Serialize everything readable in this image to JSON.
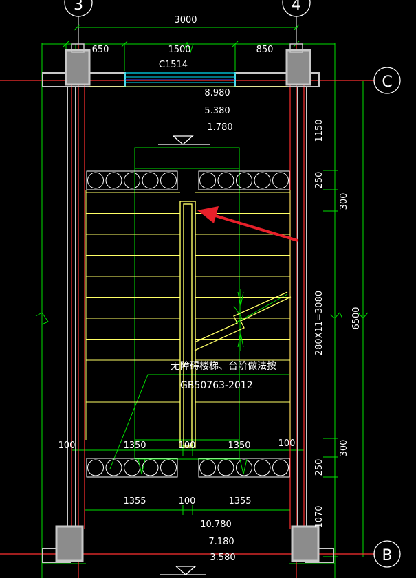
{
  "axes": {
    "col_3": "3",
    "col_4": "4",
    "row_C": "C",
    "row_B": "B"
  },
  "dims_top": {
    "overall": "3000",
    "left": "650",
    "middle": "1500",
    "right": "850"
  },
  "window": {
    "tag": "C1514"
  },
  "levels_top": [
    "8.980",
    "5.380",
    "1.780"
  ],
  "levels_bottom": [
    "10.780",
    "7.180",
    "3.580"
  ],
  "dims_right": {
    "seg_1150": "1150",
    "seg_250_top": "250",
    "seg_300_top": "300",
    "seg_flight": "280X11=3080",
    "seg_300_bottom": "300",
    "seg_250_bottom": "250",
    "seg_1070": "1070",
    "overall": "6500"
  },
  "dims_bottom_row1": {
    "left_wall": "100",
    "left_run": "1350",
    "gap": "100",
    "right_run": "1350",
    "right_wall": "100"
  },
  "dims_bottom_row2": {
    "left_run": "1355",
    "gap": "100",
    "right_run": "1355"
  },
  "note": {
    "line1": "无障碍楼梯、台阶做法按",
    "line2": "GB50763-2012"
  },
  "colors": {
    "background": "#000000",
    "wall": "#c8c8c8",
    "stair": "#ffff66",
    "dimension": "#00e000",
    "axis": "#ff3030",
    "window": "#00e5ff",
    "arrow": "#e8202a",
    "text": "#ffffff"
  }
}
